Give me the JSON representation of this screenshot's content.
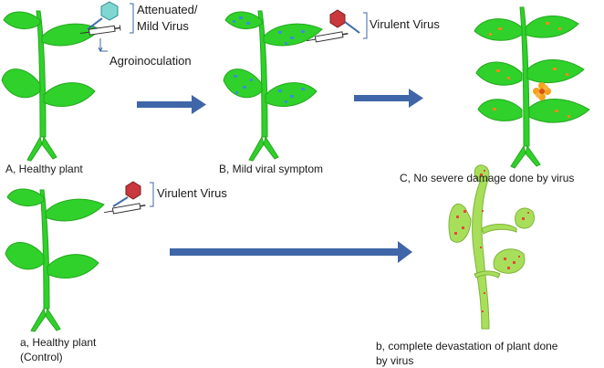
{
  "labels": {
    "attenuated_line1": "Attenuated/",
    "attenuated_line2": "Mild Virus",
    "agroinoculation": "Agroinoculation",
    "virulent_top": "Virulent Virus",
    "virulent_bottom": "Virulent Virus",
    "plant_a": "A, Healthy plant",
    "plant_b": "B, Mild viral symptom",
    "plant_c": "C, No severe damage done by virus",
    "control_line1": "a, Healthy plant",
    "control_line2": "(Control)",
    "devastation_line1": "b, complete devastation of plant done",
    "devastation_line2": "by virus"
  },
  "colors": {
    "leaf": "#2fd12a",
    "leaf_outline": "#25a81f",
    "sick_leaf": "#a8df5a",
    "arrow": "#3f66a8",
    "mild_virus": "#7fd6d3",
    "virulent_virus": "#c9383c",
    "blue_spot": "#3c8fd6",
    "orange_spot": "#ef8a1b",
    "red_spot": "#e7493b",
    "flower": "#f6a11a"
  },
  "icons": [
    "leaf-icon",
    "syringe-icon",
    "virus-icon",
    "flower-icon"
  ]
}
